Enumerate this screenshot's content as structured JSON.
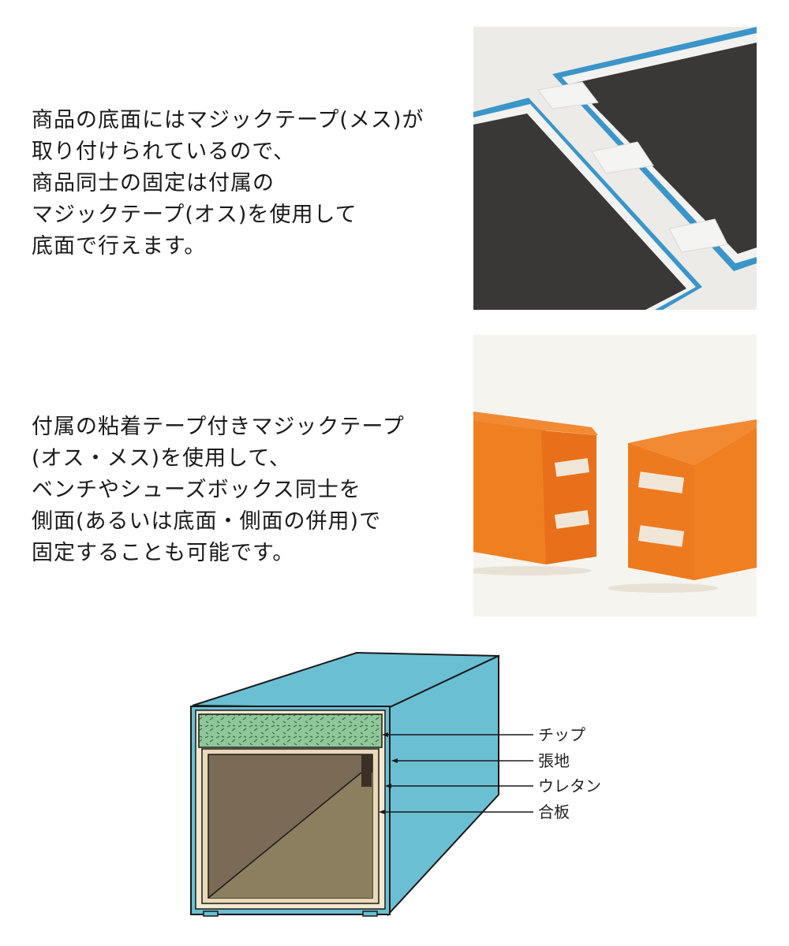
{
  "section1": {
    "lines": [
      "商品の底面にはマジックテープ(メス)が",
      "取り付けられているので、",
      "商品同士の固定は付属の",
      "マジックテープ(オス)を使用して",
      "底面で行えます。"
    ]
  },
  "section2": {
    "lines": [
      "付属の粘着テープ付きマジックテープ",
      "(オス・メス)を使用して、",
      "ベンチやシューズボックス同士を",
      "側面(あるいは底面・側面の併用)で",
      "固定することも可能です。"
    ]
  },
  "diagram": {
    "labels": {
      "chip": "チップ",
      "fabric": "張地",
      "urethane": "ウレタン",
      "plywood": "合板"
    }
  },
  "colors": {
    "box_blue": "#6bbfd3",
    "chip_green": "#8fc79a",
    "interior_dark": "#7b6a55",
    "interior_floor": "#8c7f5f",
    "plywood": "#ead8b7",
    "orange": "#ee7a1f"
  }
}
